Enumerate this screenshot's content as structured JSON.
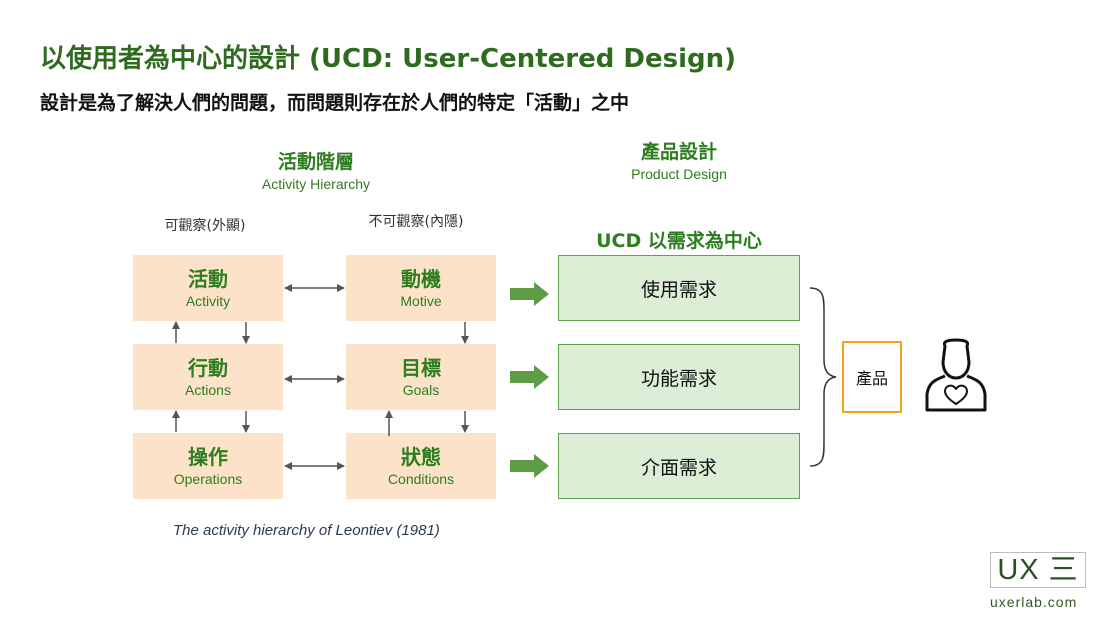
{
  "title": "以使用者為中心的設計 (UCD: User-Centered Design)",
  "subtitle": "設計是為了解決人們的問題，而問題則存在於人們的特定「活動」之中",
  "activity_hierarchy": {
    "heading_zh": "活動階層",
    "heading_en": "Activity Hierarchy",
    "observable_label": "可觀察(外顯)",
    "unobservable_label": "不可觀察(內隱)",
    "left_column": [
      {
        "zh": "活動",
        "en": "Activity"
      },
      {
        "zh": "行動",
        "en": "Actions"
      },
      {
        "zh": "操作",
        "en": "Operations"
      }
    ],
    "right_column": [
      {
        "zh": "動機",
        "en": "Motive"
      },
      {
        "zh": "目標",
        "en": "Goals"
      },
      {
        "zh": "狀態",
        "en": "Conditions"
      }
    ],
    "caption": "The activity hierarchy of Leontiev (1981)"
  },
  "product_design": {
    "heading_zh": "產品設計",
    "heading_en": "Product Design",
    "ucd_title": "UCD 以需求為中心",
    "needs": [
      "使用需求",
      "功能需求",
      "介面需求"
    ],
    "product_label": "產品"
  },
  "logo": {
    "mark": "UX 三",
    "url": "uxerlab.com"
  },
  "colors": {
    "title_green": "#2e6b1f",
    "accent_green": "#2e7d1f",
    "peach_box": "#fbe2c8",
    "need_box_fill": "#dcefd6",
    "need_box_border": "#5ea24b",
    "arrow_green": "#5e9c45",
    "product_border": "#f2a31b"
  }
}
